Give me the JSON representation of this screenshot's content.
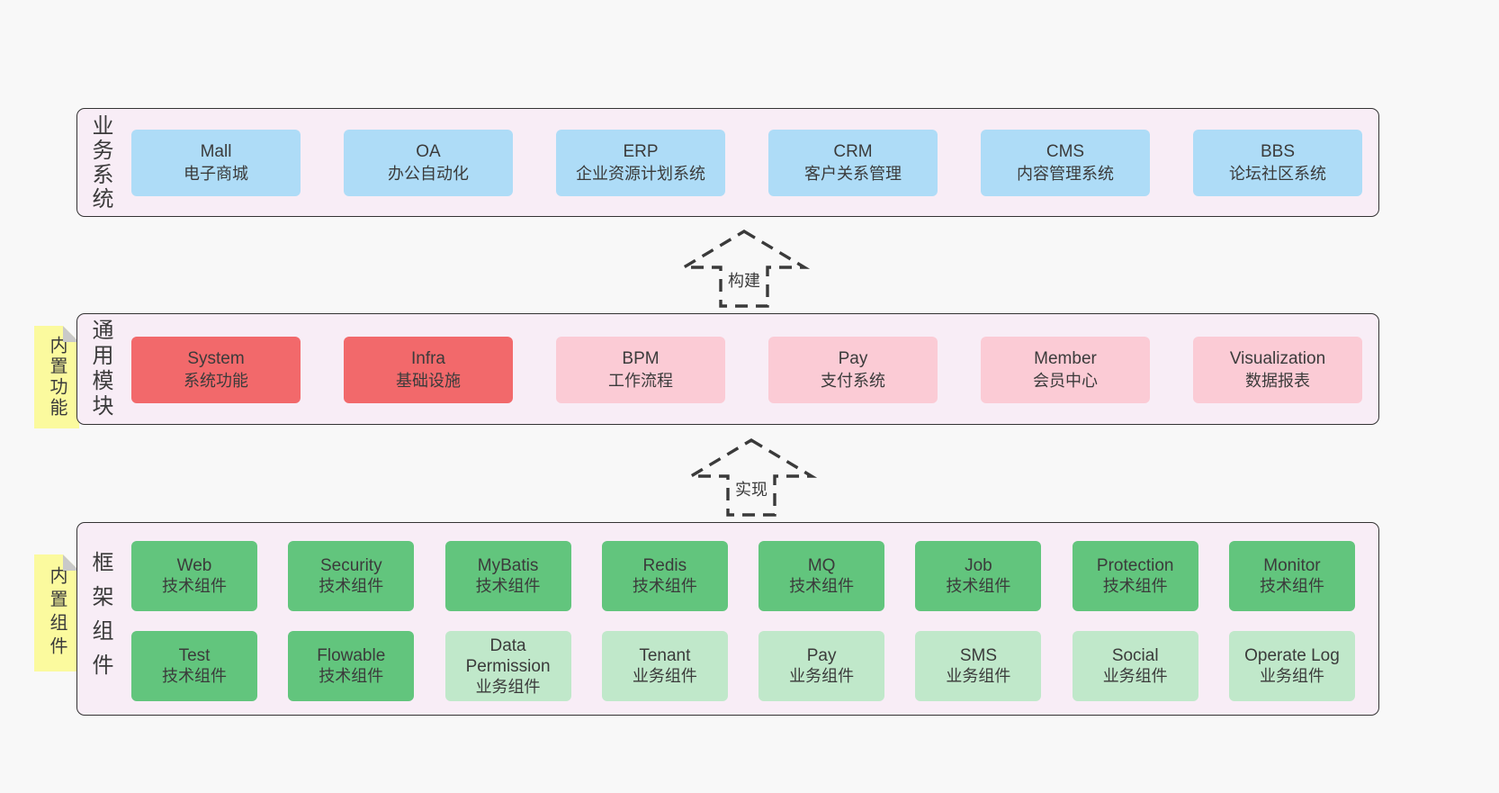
{
  "colors": {
    "page_bg": "#f8f8f8",
    "panel_bg": "#f8edf6",
    "panel_border": "#333333",
    "blue": "#aedcf7",
    "red": "#f2696b",
    "pink": "#fbcbd5",
    "green": "#62c57d",
    "light_green": "#c0e8ca",
    "yellow": "#fbfa9e",
    "fold": "#c9c9c9",
    "text": "#3b3b3b"
  },
  "arrows": [
    {
      "label": "构建"
    },
    {
      "label": "实现"
    }
  ],
  "sections": {
    "business": {
      "side_label": "业务系统",
      "boxes": [
        {
          "title": "Mall",
          "subtitle": "电子商城",
          "variant": "blue"
        },
        {
          "title": "OA",
          "subtitle": "办公自动化",
          "variant": "blue"
        },
        {
          "title": "ERP",
          "subtitle": "企业资源计划系统",
          "variant": "blue"
        },
        {
          "title": "CRM",
          "subtitle": "客户关系管理",
          "variant": "blue"
        },
        {
          "title": "CMS",
          "subtitle": "内容管理系统",
          "variant": "blue"
        },
        {
          "title": "BBS",
          "subtitle": "论坛社区系统",
          "variant": "blue"
        }
      ]
    },
    "modules": {
      "side_label": "通用模块",
      "note": "内置功能",
      "boxes": [
        {
          "title": "System",
          "subtitle": "系统功能",
          "variant": "red"
        },
        {
          "title": "Infra",
          "subtitle": "基础设施",
          "variant": "red"
        },
        {
          "title": "BPM",
          "subtitle": "工作流程",
          "variant": "pink"
        },
        {
          "title": "Pay",
          "subtitle": "支付系统",
          "variant": "pink"
        },
        {
          "title": "Member",
          "subtitle": "会员中心",
          "variant": "pink"
        },
        {
          "title": "Visualization",
          "subtitle": "数据报表",
          "variant": "pink"
        }
      ]
    },
    "components": {
      "side_label": "框架组件",
      "note": "内置组件",
      "rows": [
        [
          {
            "title": "Web",
            "subtitle": "技术组件",
            "variant": "green"
          },
          {
            "title": "Security",
            "subtitle": "技术组件",
            "variant": "green"
          },
          {
            "title": "MyBatis",
            "subtitle": "技术组件",
            "variant": "green"
          },
          {
            "title": "Redis",
            "subtitle": "技术组件",
            "variant": "green"
          },
          {
            "title": "MQ",
            "subtitle": "技术组件",
            "variant": "green"
          },
          {
            "title": "Job",
            "subtitle": "技术组件",
            "variant": "green"
          },
          {
            "title": "Protection",
            "subtitle": "技术组件",
            "variant": "green"
          },
          {
            "title": "Monitor",
            "subtitle": "技术组件",
            "variant": "green"
          }
        ],
        [
          {
            "title": "Test",
            "subtitle": "技术组件",
            "variant": "green"
          },
          {
            "title": "Flowable",
            "subtitle": "技术组件",
            "variant": "green"
          },
          {
            "title": "Data Permission",
            "subtitle": "业务组件",
            "variant": "lightgreen"
          },
          {
            "title": "Tenant",
            "subtitle": "业务组件",
            "variant": "lightgreen"
          },
          {
            "title": "Pay",
            "subtitle": "业务组件",
            "variant": "lightgreen"
          },
          {
            "title": "SMS",
            "subtitle": "业务组件",
            "variant": "lightgreen"
          },
          {
            "title": "Social",
            "subtitle": "业务组件",
            "variant": "lightgreen"
          },
          {
            "title": "Operate Log",
            "subtitle": "业务组件",
            "variant": "lightgreen"
          }
        ]
      ]
    }
  }
}
